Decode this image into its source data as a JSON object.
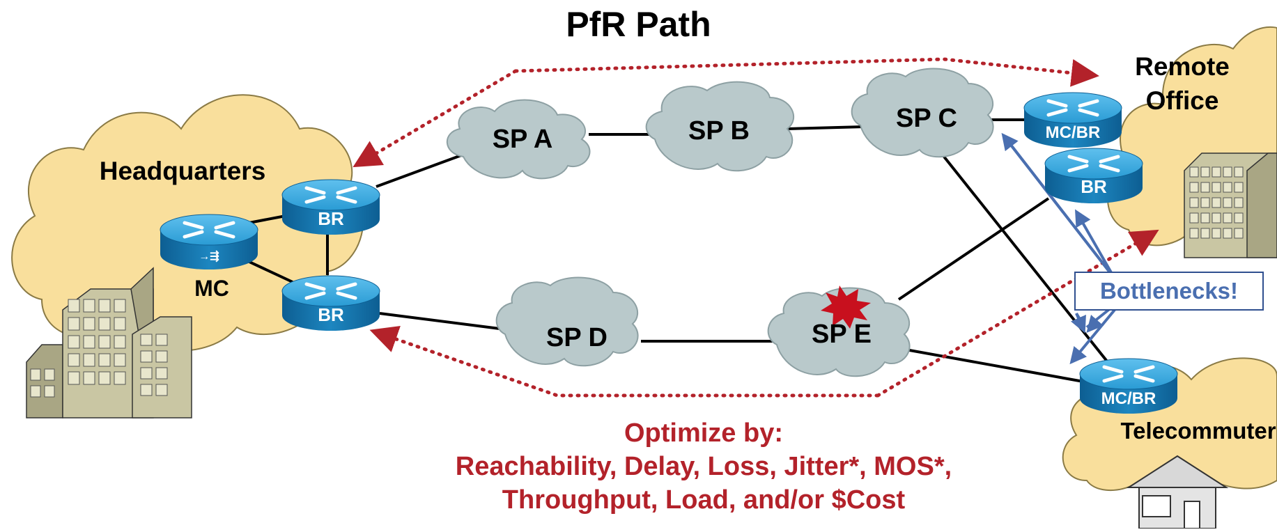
{
  "title": "PfR Path",
  "sites": {
    "headquarters": "Headquarters",
    "remote_office": [
      "Remote",
      "Office"
    ],
    "telecommuter": "Telecommuter"
  },
  "routers": {
    "mc": "MC",
    "hq_br_top": "BR",
    "hq_br_bottom": "BR",
    "remote_mcbr": "MC/BR",
    "remote_br": "BR",
    "tele_mcbr": "MC/BR"
  },
  "providers": [
    "SP A",
    "SP B",
    "SP C",
    "SP D",
    "SP E"
  ],
  "callout": "Bottlenecks!",
  "optimize": {
    "line1": "Optimize by:",
    "line2": "Reachability, Delay, Loss, Jitter*, MOS*,",
    "line3": "Throughput, Load, and/or $Cost"
  },
  "colors": {
    "site_cloud": "#f9df9c",
    "sp_cloud": "#b9c9cb",
    "router": "#1f8ec6",
    "dotted_path": "#b3222a",
    "bottleneck_arrow": "#4a6fb0",
    "burst": "#c8101e",
    "building": "#c9c6a3"
  }
}
